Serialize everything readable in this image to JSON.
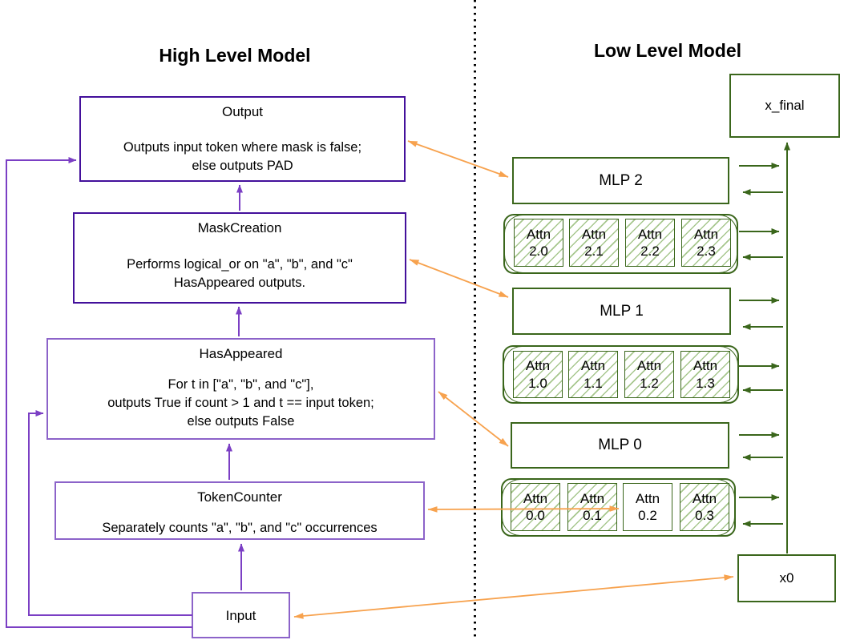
{
  "colors": {
    "dark_purple_box": "#43109B",
    "light_purple_box": "#8C63C9",
    "purple_connector": "#7B3FC4",
    "dark_green": "#3A661B",
    "hatch_green": "#A7C78E",
    "arrow_orange": "#F7A24E",
    "divider_black": "#000000",
    "background": "#FFFFFF",
    "text": "#000000"
  },
  "high_level": {
    "title": "High Level Model",
    "output": {
      "title": "Output",
      "line1": "Outputs input token where mask is false;",
      "line2": "else outputs PAD"
    },
    "mask_creation": {
      "title": "MaskCreation",
      "line1": "Performs logical_or on \"a\", \"b\", and \"c\"",
      "line2": "HasAppeared outputs."
    },
    "has_appeared": {
      "title": "HasAppeared",
      "line1": "For t in [\"a\", \"b\", and \"c\"],",
      "line2": "outputs True if count > 1 and t == input token;",
      "line3": "else outputs False"
    },
    "token_counter": {
      "title": "TokenCounter",
      "line1": "Separately counts \"a\", \"b\", and \"c\" occurrences"
    },
    "input": {
      "title": "Input"
    }
  },
  "low_level": {
    "title": "Low Level Model",
    "x_final": "x_final",
    "x0": "x0",
    "mlp2": "MLP 2",
    "mlp1": "MLP 1",
    "mlp0": "MLP 0",
    "attn_rows": [
      {
        "name": "layer-2",
        "heads": [
          {
            "label": "Attn",
            "index": "2.0",
            "hatched": true
          },
          {
            "label": "Attn",
            "index": "2.1",
            "hatched": true
          },
          {
            "label": "Attn",
            "index": "2.2",
            "hatched": true
          },
          {
            "label": "Attn",
            "index": "2.3",
            "hatched": true
          }
        ]
      },
      {
        "name": "layer-1",
        "heads": [
          {
            "label": "Attn",
            "index": "1.0",
            "hatched": true
          },
          {
            "label": "Attn",
            "index": "1.1",
            "hatched": true
          },
          {
            "label": "Attn",
            "index": "1.2",
            "hatched": true
          },
          {
            "label": "Attn",
            "index": "1.3",
            "hatched": true
          }
        ]
      },
      {
        "name": "layer-0",
        "heads": [
          {
            "label": "Attn",
            "index": "0.0",
            "hatched": true
          },
          {
            "label": "Attn",
            "index": "0.1",
            "hatched": true
          },
          {
            "label": "Attn",
            "index": "0.2",
            "hatched": false
          },
          {
            "label": "Attn",
            "index": "0.3",
            "hatched": true
          }
        ]
      }
    ]
  }
}
